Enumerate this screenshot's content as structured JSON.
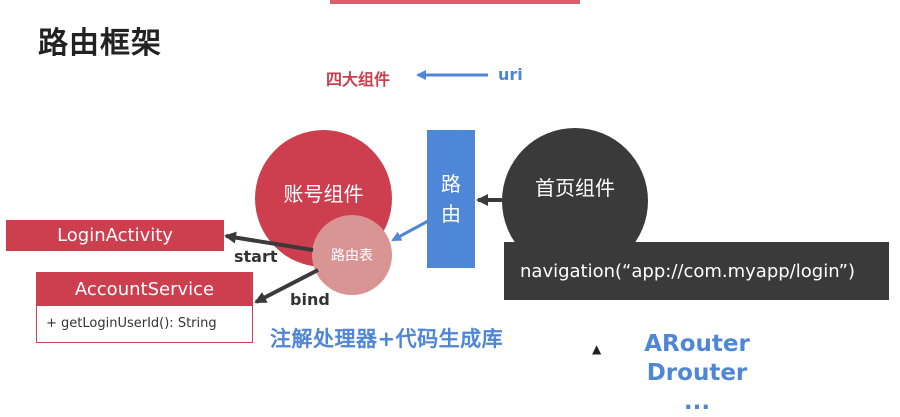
{
  "title": "路由框架",
  "top_arrow": {
    "target_label": "四大组件",
    "source_label": "uri"
  },
  "nodes": {
    "account_component": "账号组件",
    "router": [
      "路",
      "由"
    ],
    "home_component": "首页组件",
    "route_table": "路由表"
  },
  "navigation_call": "navigation(“app://com.myapp/login”)",
  "login_activity": "LoginActivity",
  "account_service": {
    "name": "AccountService",
    "method": "+ getLoginUserId(): String"
  },
  "edge_labels": {
    "start": "start",
    "bind": "bind"
  },
  "annotation": "注解处理器+代码生成库",
  "implementations": [
    "ARouter",
    "Drouter",
    "..."
  ],
  "colors": {
    "red": "#cd3e4e",
    "blue": "#4f87d8",
    "dark": "#3a3a3a",
    "pink": "#d99494"
  }
}
